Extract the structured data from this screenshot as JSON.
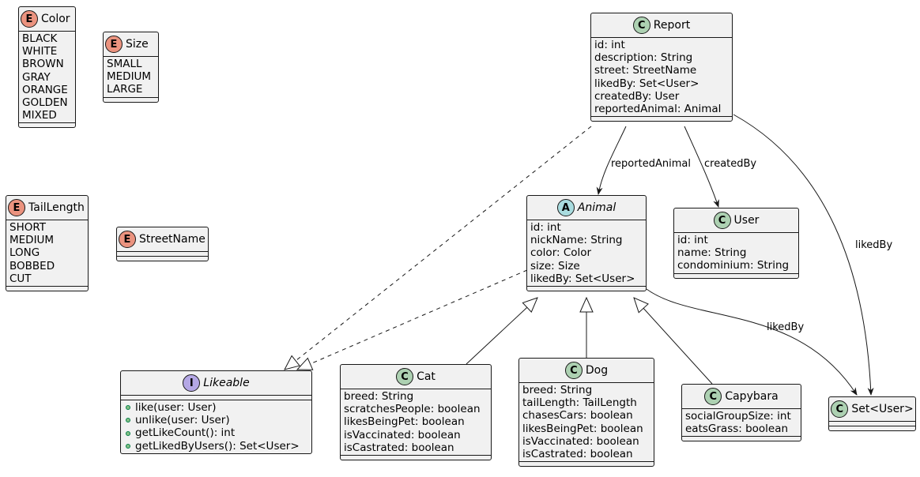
{
  "enums": {
    "color": {
      "name": "Color",
      "values": [
        "BLACK",
        "WHITE",
        "BROWN",
        "GRAY",
        "ORANGE",
        "GOLDEN",
        "MIXED"
      ]
    },
    "size": {
      "name": "Size",
      "values": [
        "SMALL",
        "MEDIUM",
        "LARGE"
      ]
    },
    "tail_length": {
      "name": "TailLength",
      "values": [
        "SHORT",
        "MEDIUM",
        "LONG",
        "BOBBED",
        "CUT"
      ]
    },
    "street_name": {
      "name": "StreetName",
      "values": []
    }
  },
  "classes": {
    "report": {
      "stereotype": "C",
      "name": "Report",
      "fields": [
        "id: int",
        "description: String",
        "street: StreetName",
        "likedBy: Set<User>",
        "createdBy: User",
        "reportedAnimal: Animal"
      ]
    },
    "animal": {
      "stereotype": "A",
      "name": "Animal",
      "fields": [
        "id: int",
        "nickName: String",
        "color: Color",
        "size: Size",
        "likedBy: Set<User>"
      ]
    },
    "user": {
      "stereotype": "C",
      "name": "User",
      "fields": [
        "id: int",
        "name: String",
        "condominium: String"
      ]
    },
    "cat": {
      "stereotype": "C",
      "name": "Cat",
      "fields": [
        "breed: String",
        "scratchesPeople: boolean",
        "likesBeingPet: boolean",
        "isVaccinated: boolean",
        "isCastrated: boolean"
      ]
    },
    "dog": {
      "stereotype": "C",
      "name": "Dog",
      "fields": [
        "breed: String",
        "tailLength: TailLength",
        "chasesCars: boolean",
        "likesBeingPet: boolean",
        "isVaccinated: boolean",
        "isCastrated: boolean"
      ]
    },
    "capybara": {
      "stereotype": "C",
      "name": "Capybara",
      "fields": [
        "socialGroupSize: int",
        "eatsGrass: boolean"
      ]
    },
    "set_user": {
      "stereotype": "C",
      "name": "Set<User>",
      "fields": []
    }
  },
  "interfaces": {
    "likeable": {
      "stereotype": "I",
      "name": "Likeable",
      "methods": [
        "like(user: User)",
        "unlike(user: User)",
        "getLikeCount(): int",
        "getLikedByUsers(): Set<User>"
      ]
    }
  },
  "edge_labels": {
    "reported_animal": "reportedAnimal",
    "created_by": "createdBy",
    "report_liked_by": "likedBy",
    "animal_liked_by": "likedBy"
  },
  "colors": {
    "line": "#181818",
    "box_fill": "#F1F1F1",
    "enum_badge": "#EB937F",
    "class_badge": "#ADD1B2",
    "abstract_badge": "#A9DCDF",
    "interface_badge": "#B4A7E5",
    "method_dot": "#84BE84"
  }
}
